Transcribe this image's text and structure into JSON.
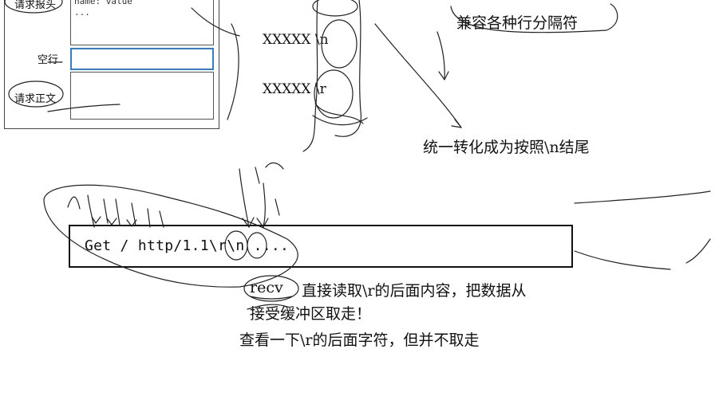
{
  "request_diagram": {
    "header_label": "请求报头",
    "header_sample_line1": "name: value",
    "header_sample_line2": "...",
    "blank_line_label": "空行",
    "body_label": "请求正文"
  },
  "line_separators": {
    "lf": "XXXXX \\n",
    "cr": "XXXXX \\r"
  },
  "notes": {
    "compat": "兼容各种行分隔符",
    "unify": "统一转化成为按照\\n结尾",
    "recv_word": "recv",
    "recv_text": "直接读取\\r的后面内容，把数据从",
    "recv_text2": "接受缓冲区取走！",
    "peek": "查看一下\\r的后面字符，但并不取走"
  },
  "request_line": {
    "text": "Get / http/1.1\\r\\n ...."
  }
}
